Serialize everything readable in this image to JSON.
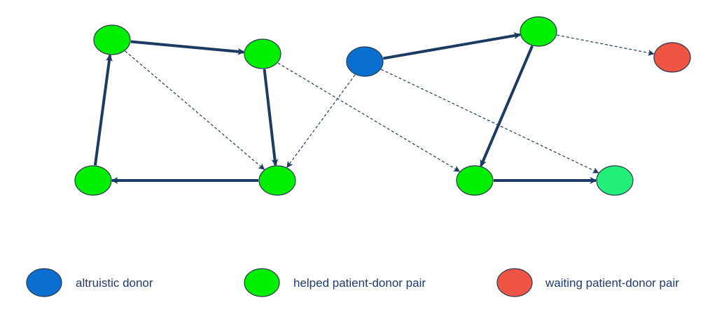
{
  "colors": {
    "altruistic_donor": "#0a6fd0",
    "helped_pair": "#00ee00",
    "helped_pair_light": "#22f07a",
    "waiting_pair": "#ee5544",
    "edge": "#1c3b63"
  },
  "diagram": {
    "nodes": [
      {
        "id": "A",
        "type": "helped_pair"
      },
      {
        "id": "B",
        "type": "helped_pair"
      },
      {
        "id": "C",
        "type": "helped_pair"
      },
      {
        "id": "D",
        "type": "helped_pair"
      },
      {
        "id": "E",
        "type": "altruistic_donor"
      },
      {
        "id": "F",
        "type": "helped_pair"
      },
      {
        "id": "G",
        "type": "waiting_pair"
      },
      {
        "id": "H",
        "type": "helped_pair"
      },
      {
        "id": "I",
        "type": "helped_pair_light"
      }
    ],
    "edges": [
      {
        "from": "A",
        "to": "B",
        "style": "solid"
      },
      {
        "from": "B",
        "to": "C",
        "style": "solid"
      },
      {
        "from": "C",
        "to": "D",
        "style": "solid"
      },
      {
        "from": "D",
        "to": "A",
        "style": "solid"
      },
      {
        "from": "E",
        "to": "F",
        "style": "solid"
      },
      {
        "from": "F",
        "to": "H",
        "style": "solid"
      },
      {
        "from": "H",
        "to": "I",
        "style": "solid"
      },
      {
        "from": "A",
        "to": "C",
        "style": "dashed"
      },
      {
        "from": "B",
        "to": "H",
        "style": "dashed"
      },
      {
        "from": "E",
        "to": "C",
        "style": "dashed"
      },
      {
        "from": "E",
        "to": "I",
        "style": "dashed"
      },
      {
        "from": "F",
        "to": "G",
        "style": "dashed"
      }
    ]
  },
  "legend": {
    "items": [
      {
        "type": "altruistic_donor",
        "label": "altruistic donor"
      },
      {
        "type": "helped_pair",
        "label": "helped patient-donor pair"
      },
      {
        "type": "waiting_pair",
        "label": "waiting patient-donor pair"
      }
    ]
  }
}
